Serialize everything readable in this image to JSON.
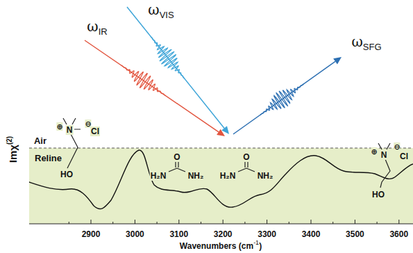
{
  "diagram": {
    "nodes": [
      {
        "text": [
          "Reline"
        ]
      }
    ],
    "labels": [
      "ω",
      "VIS",
      "ω",
      "IR",
      "ω",
      "SFG",
      "Imχ",
      "(2)",
      "Air",
      "⊕",
      "N",
      "⊖",
      "Cl",
      "HO",
      "O",
      "H₂N",
      "NH₂",
      "O",
      "H₂N",
      "NH₂",
      "⊕",
      "N",
      "⊖",
      "Cl",
      "HO",
      "2900",
      "3000",
      "3100",
      "3200",
      "3300",
      "3400",
      "3500",
      "3600",
      "Wavenumbers (cm",
      "-1",
      ")"
    ]
  }
}
